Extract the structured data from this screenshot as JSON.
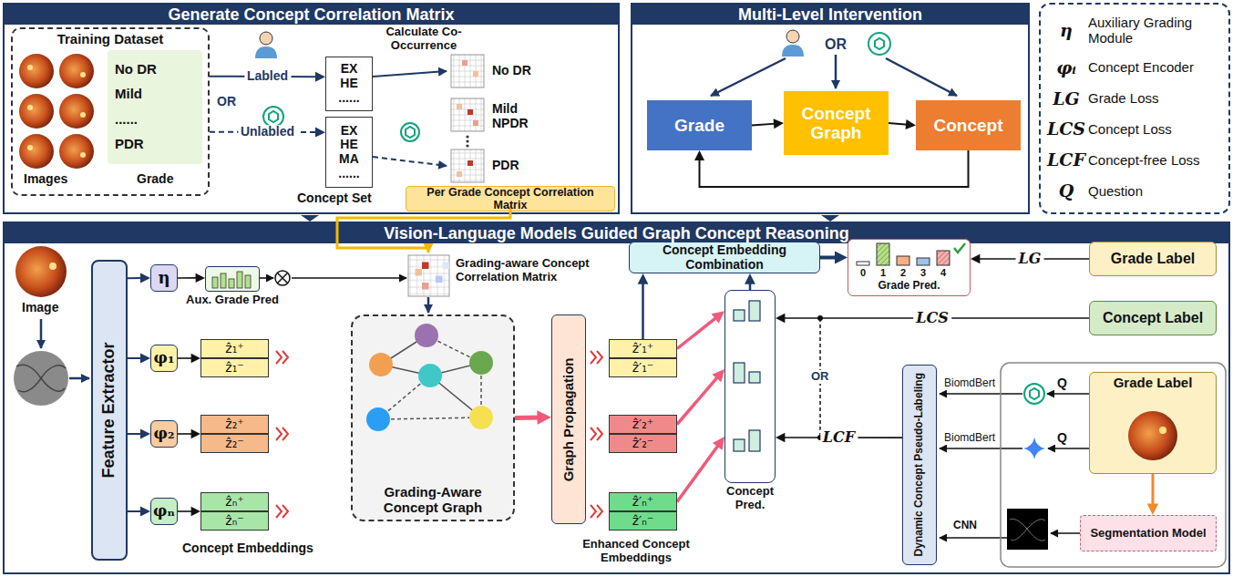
{
  "diagram": {
    "nodes": [
      {
        "text": [
          "Generate Concept Correlation Matrix"
        ]
      },
      {
        "text": [
          "Training Dataset"
        ],
        "in": 0
      },
      {
        "text": [
          "No DR",
          "Mild",
          "......",
          "PDR"
        ],
        "in": 1
      },
      {
        "text": [
          "EX",
          "HE",
          "......"
        ],
        "in": 0
      },
      {
        "text": [
          "EX",
          "HE",
          "MA",
          "......"
        ],
        "in": 0
      },
      {
        "text": [
          "Per Grade Concept Correlation Matrix"
        ],
        "in": 0
      },
      {
        "text": [
          "Multi-Level Intervention"
        ]
      },
      {
        "text": [
          "Grade"
        ],
        "in": 6
      },
      {
        "text": [
          "Concept Graph"
        ],
        "in": 6
      },
      {
        "text": [
          "Concept"
        ],
        "in": 6
      },
      {
        "text": [
          "η",
          "Auxiliary Grading Module",
          "φᵢ",
          "Concept Encoder",
          "LG",
          "Grade Loss",
          "LCS",
          "Concept Loss",
          "LCF",
          "Concept-free Loss",
          "Q",
          "Question"
        ]
      },
      {
        "text": [
          "Vision-Language Models Guided Graph Concept Reasoning"
        ]
      },
      {
        "text": [
          "Feature Extractor"
        ],
        "in": 11
      },
      {
        "text": [
          "η"
        ],
        "in": 11
      },
      {
        "text": [
          "φ₁"
        ],
        "in": 11
      },
      {
        "text": [
          "φ₂"
        ],
        "in": 11
      },
      {
        "text": [
          "φₙ"
        ],
        "in": 11
      },
      {
        "text": [
          "Aux. Grade Pred"
        ],
        "in": 11
      },
      {
        "text": [
          "ẑ₁⁺"
        ],
        "in": 11
      },
      {
        "text": [
          "ẑ₁⁻"
        ],
        "in": 11
      },
      {
        "text": [
          "ẑ₂⁺"
        ],
        "in": 11
      },
      {
        "text": [
          "ẑ₂⁻"
        ],
        "in": 11
      },
      {
        "text": [
          "ẑₙ⁺"
        ],
        "in": 11
      },
      {
        "text": [
          "ẑₙ⁻"
        ],
        "in": 11
      },
      {
        "text": [
          "Grading-Aware Concept Graph"
        ],
        "in": 11
      },
      {
        "text": [
          "Graph Propagation"
        ],
        "in": 11
      },
      {
        "text": [
          "ẑ′₁⁺"
        ],
        "in": 11
      },
      {
        "text": [
          "ẑ′₁⁻"
        ],
        "in": 11
      },
      {
        "text": [
          "ẑ′₂⁺"
        ],
        "in": 11
      },
      {
        "text": [
          "ẑ′₂⁻"
        ],
        "in": 11
      },
      {
        "text": [
          "ẑ′ₙ⁺"
        ],
        "in": 11
      },
      {
        "text": [
          "ẑ′ₙ⁻"
        ],
        "in": 11
      },
      {
        "text": [
          "Concept Embedding Combination"
        ],
        "in": 11
      },
      {
        "text": [
          "Concept Pred."
        ],
        "in": 11
      },
      {
        "text": [
          "Grade Pred."
        ],
        "in": 11
      },
      {
        "text": [
          "Grade Label"
        ],
        "in": 11
      },
      {
        "text": [
          "Concept Label"
        ],
        "in": 11
      },
      {
        "text": [
          "Dynamic Concept Pseudo-Labeling"
        ],
        "in": 11
      },
      {
        "text": [
          "Grade Label"
        ],
        "in": 11
      },
      {
        "text": [
          "Segmentation Model"
        ],
        "in": 11
      }
    ],
    "edges": [
      {
        "from": 1,
        "to": 3,
        "arrow": "to",
        "label": "Labled"
      },
      {
        "from": 1,
        "to": 4,
        "arrow": "to",
        "label": "Unlabled"
      },
      {
        "from": 7,
        "to": 8,
        "arrow": "to"
      },
      {
        "from": 8,
        "to": 9,
        "arrow": "to"
      },
      {
        "from": 9,
        "to": 7,
        "arrow": "to"
      },
      {
        "from": 12,
        "to": 13,
        "arrow": "to"
      },
      {
        "from": 12,
        "to": 14,
        "arrow": "to"
      },
      {
        "from": 12,
        "to": 15,
        "arrow": "to"
      },
      {
        "from": 12,
        "to": 16,
        "arrow": "to"
      },
      {
        "from": 13,
        "to": 17,
        "arrow": "to"
      },
      {
        "from": 14,
        "to": 18,
        "arrow": "to"
      },
      {
        "from": 15,
        "to": 20,
        "arrow": "to"
      },
      {
        "from": 16,
        "to": 22,
        "arrow": "to"
      },
      {
        "from": 24,
        "to": 25,
        "arrow": "to"
      },
      {
        "from": 26,
        "to": 33,
        "arrow": "to"
      },
      {
        "from": 28,
        "to": 33,
        "arrow": "to"
      },
      {
        "from": 30,
        "to": 33,
        "arrow": "to"
      },
      {
        "from": 33,
        "to": 32,
        "arrow": "to"
      },
      {
        "from": 26,
        "to": 32,
        "arrow": "to"
      },
      {
        "from": 32,
        "to": 34,
        "arrow": "to"
      },
      {
        "from": 35,
        "to": 34,
        "arrow": "to",
        "label": "LG"
      },
      {
        "from": 36,
        "to": 33,
        "arrow": "to",
        "label": "LCS"
      },
      {
        "from": 37,
        "to": 33,
        "arrow": "to",
        "label": "LCF"
      },
      {
        "from": 38,
        "to": 39,
        "arrow": "to"
      }
    ],
    "labels": [
      "Images",
      "Grade",
      "OR",
      "Concept Set",
      "Calculate Co-Occurrence",
      "No DR",
      "Mild NPDR",
      "PDR",
      "OR",
      "Image",
      "Grading-aware Concept Correlation Matrix",
      "Concept Embeddings",
      "Enhanced Concept Embeddings",
      "0",
      "1",
      "2",
      "3",
      "4",
      "OR",
      "Q",
      "Q",
      "BiomdBert",
      "BiomdBert",
      "CNN"
    ]
  }
}
